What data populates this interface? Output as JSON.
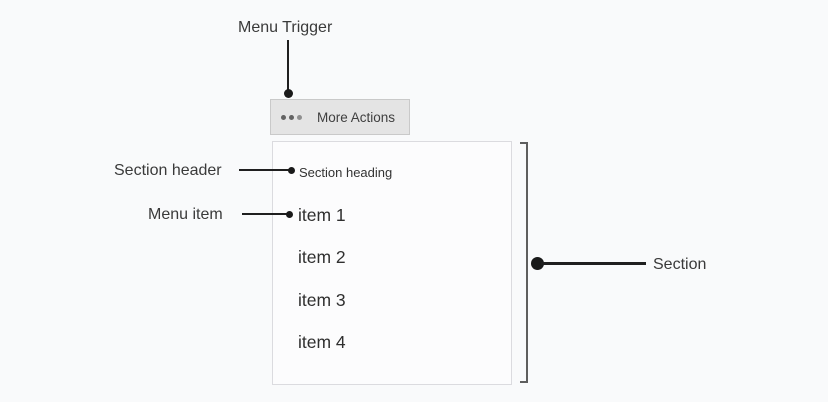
{
  "annotations": {
    "menu_trigger": "Menu Trigger",
    "section_header": "Section header",
    "menu_item": "Menu item",
    "section": "Section"
  },
  "menu_button": {
    "label": "More Actions",
    "icon": "ellipsis-icon"
  },
  "menu": {
    "section_heading": "Section heading",
    "items": [
      "item 1",
      "item 2",
      "item 3",
      "item 4"
    ]
  },
  "colors": {
    "page_background": "#f9fafb",
    "annotation_line": "#1f1f1f",
    "annotation_text": "#3a3a3a",
    "button_background": "#e4e4e4",
    "button_border": "#c9c9c9",
    "panel_background": "#fcfcfd",
    "panel_border": "#dbdbdf",
    "bracket": "#5e5e5e",
    "item_text": "#2f2f2f"
  }
}
